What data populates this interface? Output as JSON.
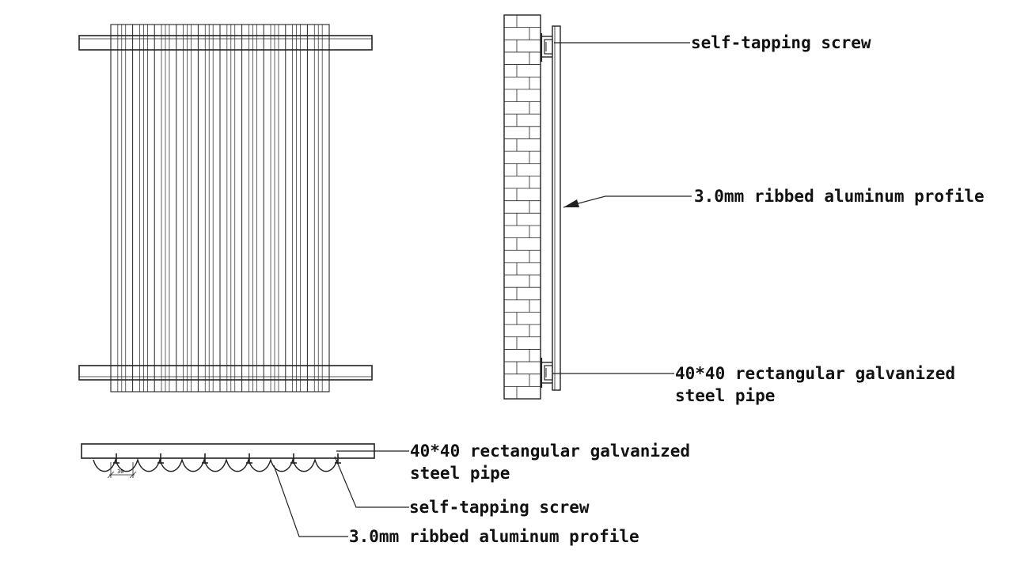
{
  "labels": {
    "side_screw": "self-tapping screw",
    "side_profile": "3.0mm ribbed aluminum profile",
    "side_pipe_line1": "40*40 rectangular galvanized",
    "side_pipe_line2": "steel pipe",
    "bottom_pipe_line1": "40*40 rectangular galvanized",
    "bottom_pipe_line2": "steel pipe",
    "bottom_screw": "self-tapping screw",
    "bottom_profile": "3.0mm ribbed aluminum profile"
  },
  "dimension_text": "30",
  "colors": {
    "line": "#222222",
    "text": "#111111",
    "background": "#ffffff"
  }
}
